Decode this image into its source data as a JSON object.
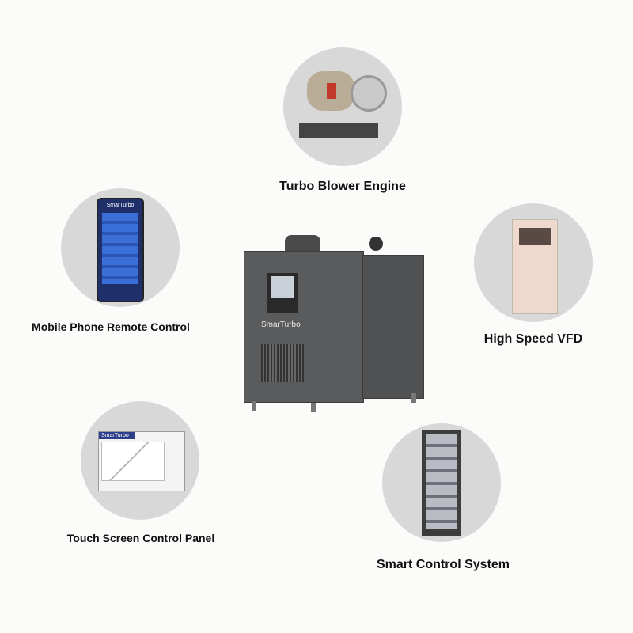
{
  "features": [
    {
      "label": "Turbo Blower Engine"
    },
    {
      "label": "Mobile Phone Remote Control"
    },
    {
      "label": "High Speed VFD"
    },
    {
      "label": "Touch Screen Control Panel"
    },
    {
      "label": "Smart Control System"
    }
  ],
  "machine": {
    "brand": "SmarTurbo"
  },
  "phone": {
    "app_title": "SmarTurbo"
  },
  "panel": {
    "brand": "SmarTurbo"
  }
}
